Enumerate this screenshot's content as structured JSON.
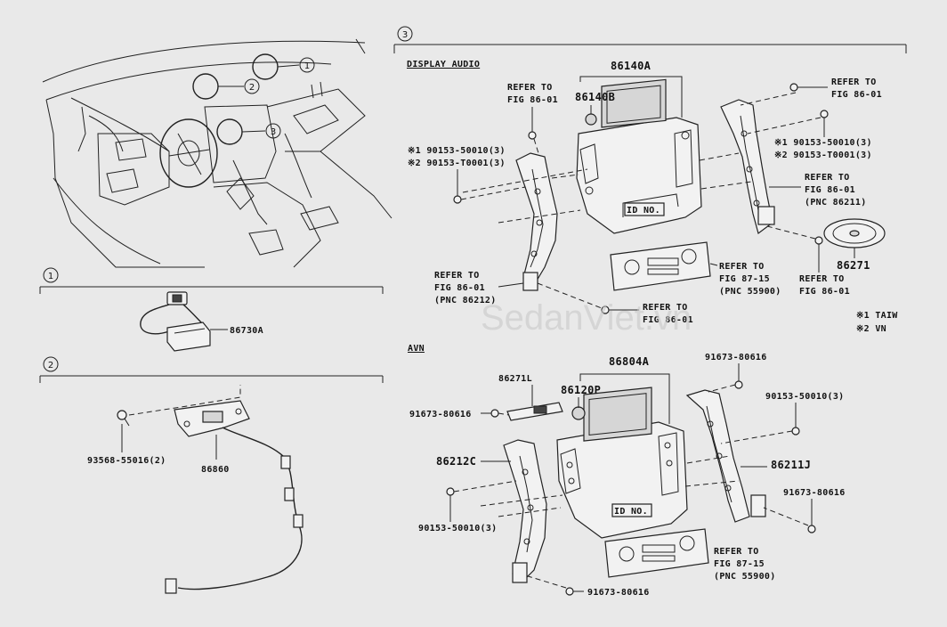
{
  "callouts": {
    "c1": "1",
    "c2": "2",
    "c3": "3"
  },
  "section3": {
    "title": "DISPLAY AUDIO",
    "p86140A": "86140A",
    "p86140B": "86140B",
    "refer_a1": "REFER TO",
    "refer_a2": "FIG 86-01",
    "refer_b1": "REFER TO",
    "refer_b2": "FIG 86-01",
    "bolt_l1": "※1 90153-50010(3)",
    "bolt_l2": "※2 90153-T0001(3)",
    "bolt_r1": "※1 90153-50010(3)",
    "bolt_r2": "※2 90153-T0001(3)",
    "refer_c1": "REFER TO",
    "refer_c2": "FIG 86-01",
    "refer_c3": "(PNC 86211)",
    "idno": "ID NO.",
    "p86271": "86271",
    "refer_d1": "REFER TO",
    "refer_d2": "FIG 86-01",
    "refer_d3": "(PNC 86212)",
    "refer_e1": "REFER TO",
    "refer_e2": "FIG 87-15",
    "refer_e3": "(PNC 55900)",
    "refer_f1": "REFER TO",
    "refer_f2": "FIG 86-01",
    "refer_g1": "REFER TO",
    "refer_g2": "FIG 86-01",
    "legend1": "※1 TAIW",
    "legend2": "※2 VN"
  },
  "section1": {
    "p86730A": "86730A"
  },
  "section2": {
    "p93568": "93568-55016(2)",
    "p86860": "86860"
  },
  "avn": {
    "title": "AVN",
    "p86804A": "86804A",
    "p86271L": "86271L",
    "p86120P": "86120P",
    "p91673a": "91673-80616",
    "p91673b": "91673-80616",
    "p91673c": "91673-80616",
    "p91673d": "91673-80616",
    "p90153a": "90153-50010(3)",
    "p90153b": "90153-50010(3)",
    "p86212C": "86212C",
    "p86211J": "86211J",
    "idno": "ID NO.",
    "refer1": "REFER TO",
    "refer2": "FIG 87-15",
    "refer3": "(PNC 55900)"
  },
  "watermark": "SedanViet.vn"
}
